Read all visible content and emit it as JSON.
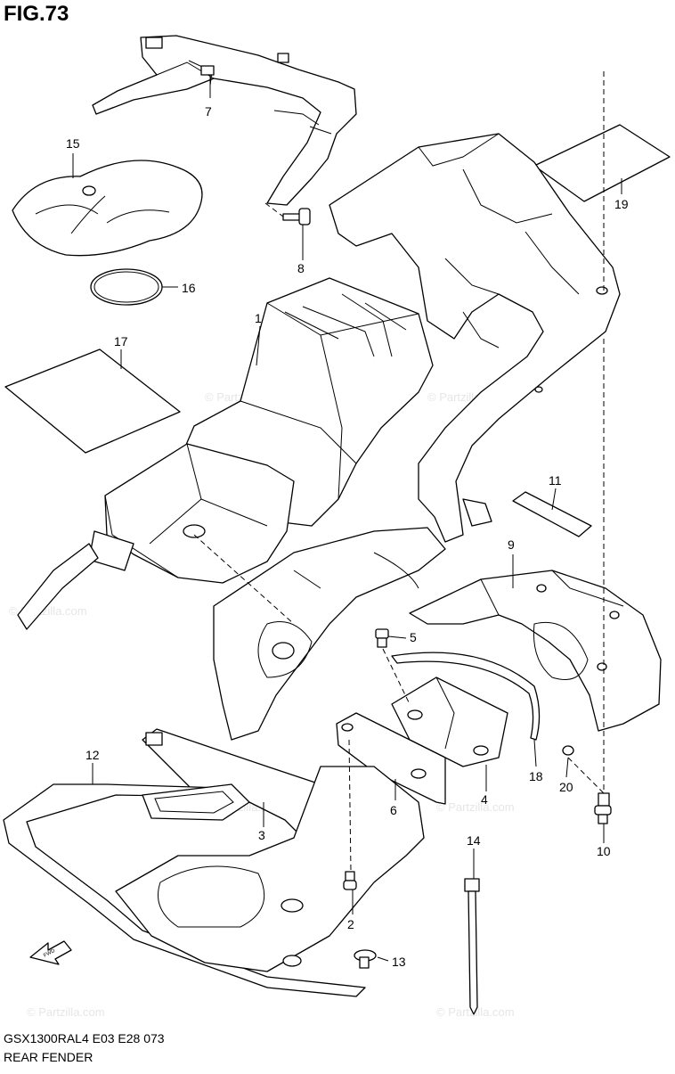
{
  "figure": {
    "title": "FIG.73",
    "model_code": "GSX1300RAL4  E03  E28  073",
    "section_name": "REAR FENDER"
  },
  "watermark": "© Partzilla.com",
  "callouts": [
    "1",
    "2",
    "3",
    "4",
    "5",
    "6",
    "7",
    "8",
    "9",
    "10",
    "11",
    "12",
    "13",
    "14",
    "15",
    "16",
    "17",
    "18",
    "19",
    "20"
  ],
  "direction_marker": "FWD"
}
